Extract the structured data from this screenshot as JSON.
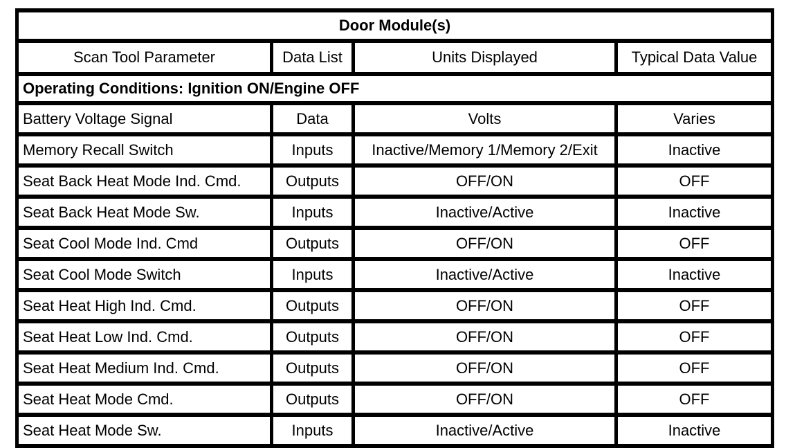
{
  "table": {
    "title": "Door Module(s)",
    "columns": [
      "Scan Tool Parameter",
      "Data List",
      "Units Displayed",
      "Typical Data Value"
    ],
    "operating_conditions": "Operating Conditions: Ignition ON/Engine OFF",
    "rows": [
      {
        "parameter": "Battery Voltage Signal",
        "data_list": "Data",
        "units": "Volts",
        "typical": "Varies"
      },
      {
        "parameter": "Memory Recall Switch",
        "data_list": "Inputs",
        "units": "Inactive/Memory 1/Memory 2/Exit",
        "typical": "Inactive"
      },
      {
        "parameter": "Seat Back Heat Mode Ind. Cmd.",
        "data_list": "Outputs",
        "units": "OFF/ON",
        "typical": "OFF"
      },
      {
        "parameter": "Seat Back Heat Mode Sw.",
        "data_list": "Inputs",
        "units": "Inactive/Active",
        "typical": "Inactive"
      },
      {
        "parameter": "Seat Cool Mode Ind. Cmd",
        "data_list": "Outputs",
        "units": "OFF/ON",
        "typical": "OFF"
      },
      {
        "parameter": "Seat Cool Mode Switch",
        "data_list": "Inputs",
        "units": "Inactive/Active",
        "typical": "Inactive"
      },
      {
        "parameter": "Seat Heat High Ind. Cmd.",
        "data_list": "Outputs",
        "units": "OFF/ON",
        "typical": "OFF"
      },
      {
        "parameter": "Seat Heat Low Ind. Cmd.",
        "data_list": "Outputs",
        "units": "OFF/ON",
        "typical": "OFF"
      },
      {
        "parameter": "Seat Heat Medium Ind. Cmd.",
        "data_list": "Outputs",
        "units": "OFF/ON",
        "typical": "OFF"
      },
      {
        "parameter": "Seat Heat Mode Cmd.",
        "data_list": "Outputs",
        "units": "OFF/ON",
        "typical": "OFF"
      },
      {
        "parameter": "Seat Heat Mode Sw.",
        "data_list": "Inputs",
        "units": "Inactive/Active",
        "typical": "Inactive"
      }
    ],
    "colors": {
      "border": "#000000",
      "text": "#000000",
      "background": "#ffffff"
    }
  }
}
